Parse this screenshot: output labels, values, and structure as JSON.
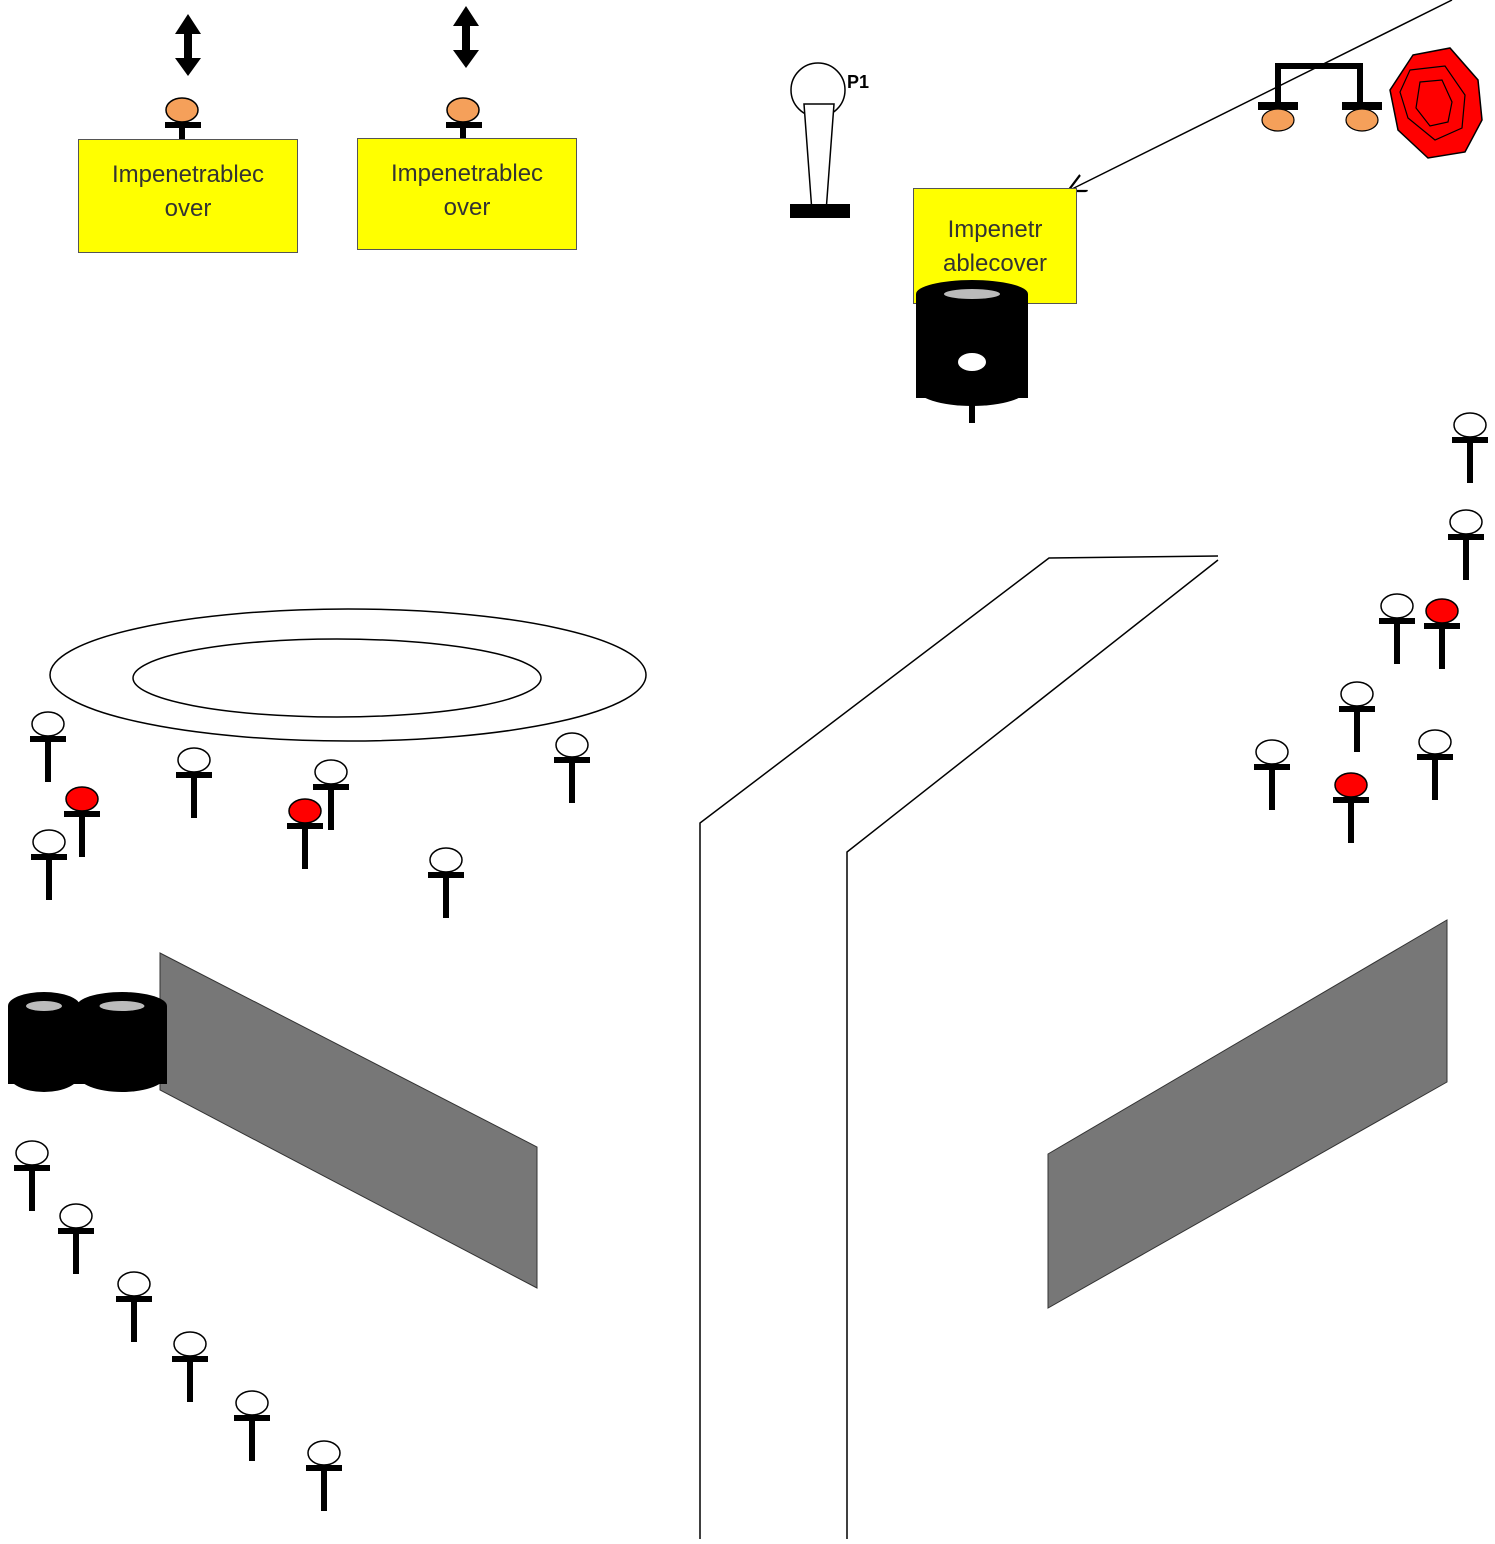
{
  "covers": [
    {
      "id": "cover-1",
      "line1": "Impenetrablec",
      "line2": "over"
    },
    {
      "id": "cover-2",
      "line1": "Impenetrablec",
      "line2": "over"
    },
    {
      "id": "cover-3",
      "line1": "Impenetr",
      "line2": "ablecover"
    }
  ],
  "position_label": "P1",
  "colors": {
    "cover": "#ffff00",
    "steel_target_head": "#f5a05a",
    "no_shoot_target": "#ff0000",
    "paper_target": "#ffffff",
    "barrel": "#000000",
    "wall_panel": "#777777"
  },
  "legend_icons": [
    "swinger-arrow-icon",
    "steel-plate-icon",
    "popper-icon",
    "no-shoot-icon",
    "barrel-stack-icon",
    "wall-panel-icon"
  ]
}
